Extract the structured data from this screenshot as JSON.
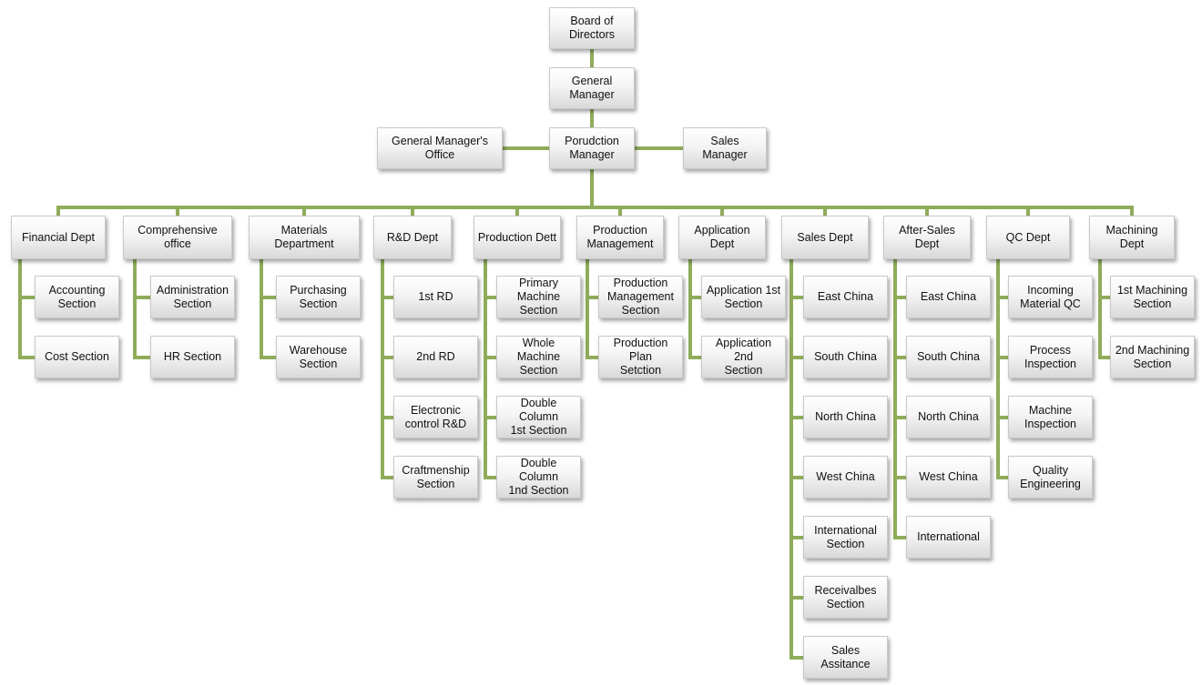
{
  "line_color": "#8fac5a",
  "nodes": {
    "board": "Board of\nDirectors",
    "gm": "General\nManager",
    "gm_office": "General Manager's\nOffice",
    "prod_mgr": "Porudction\nManager",
    "sales_mgr": "Sales Manager",
    "financial": "Financial Dept",
    "accounting": "Accounting\nSection",
    "cost": "Cost Section",
    "comprehensive": "Comprehensive\noffice",
    "administration": "Administration\nSection",
    "hr": "HR Section",
    "materials": "Materials\nDepartment",
    "purchasing": "Purchasing\nSection",
    "warehouse": "Warehouse\nSection",
    "rd": "R&D Dept",
    "rd1": "1st RD",
    "rd2": "2nd RD",
    "ecrd": "Electronic\ncontrol R&D",
    "craft": "Craftmenship\nSection",
    "production_dept": "Production Dett",
    "primary_machine": "Primary\nMachine\nSection",
    "whole_machine": "Whole Machine\nSection",
    "dc1": "Double Column\n1st Section",
    "dc2": "Double Column\n1nd Section",
    "production_mgmt": "Production\nManagement",
    "pm_section": "Production\nManagement\nSection",
    "pp_section": "Production Plan\nSetction",
    "application": "Application\nDept",
    "app1": "Application 1st\nSection",
    "app2": "Application 2nd\nSection",
    "sales_dept": "Sales Dept",
    "s_east": "East China",
    "s_south": "South China",
    "s_north": "North China",
    "s_west": "West China",
    "s_intl": "International\nSection",
    "s_recv": "Receivalbes\nSection",
    "s_assist": "Sales Assitance",
    "aftersales": "After-Sales\nDept",
    "a_east": "East China",
    "a_south": "South China",
    "a_north": "North China",
    "a_west": "West China",
    "a_intl": "International",
    "qc": "QC Dept",
    "qc_incoming": "Incoming\nMaterial QC",
    "qc_process": "Process\nInspection",
    "qc_machine": "Machine\nInspection",
    "qc_quality": "Quality\nEngineering",
    "machining": "Machining Dept",
    "mach1": "1st Machining\nSection",
    "mach2": "2nd Machining\nSection"
  }
}
